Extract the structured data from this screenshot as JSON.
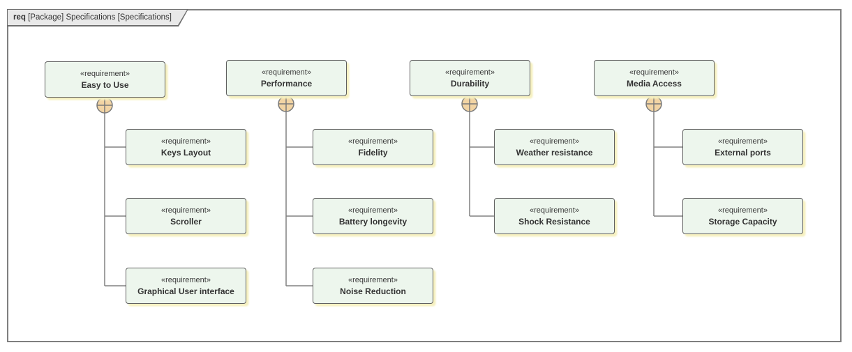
{
  "diagram": {
    "frame_label": {
      "keyword": "req",
      "rest": " [Package] Specifications [Specifications]"
    }
  },
  "stereotype": "«requirement»",
  "colors": {
    "box_fill": "#edf6ed",
    "box_border": "#5e5e5e",
    "box_shadow": "#f6f1c1",
    "connector": "#808080",
    "aggregation_circle_fill": "#f2d4a4",
    "aggregation_circle_border": "#7a7a7a",
    "frame_tab_fill": "#e9e9e9",
    "frame_border": "#7f7f7f"
  },
  "trees": [
    {
      "parent": {
        "name": "Easy to Use"
      },
      "children": [
        {
          "name": "Keys Layout"
        },
        {
          "name": "Scroller"
        },
        {
          "name": "Graphical User interface"
        }
      ]
    },
    {
      "parent": {
        "name": "Performance"
      },
      "children": [
        {
          "name": "Fidelity"
        },
        {
          "name": "Battery longevity"
        },
        {
          "name": "Noise Reduction"
        }
      ]
    },
    {
      "parent": {
        "name": "Durability"
      },
      "children": [
        {
          "name": "Weather resistance"
        },
        {
          "name": "Shock Resistance"
        }
      ]
    },
    {
      "parent": {
        "name": "Media Access"
      },
      "children": [
        {
          "name": "External ports"
        },
        {
          "name": "Storage Capacity"
        }
      ]
    }
  ]
}
